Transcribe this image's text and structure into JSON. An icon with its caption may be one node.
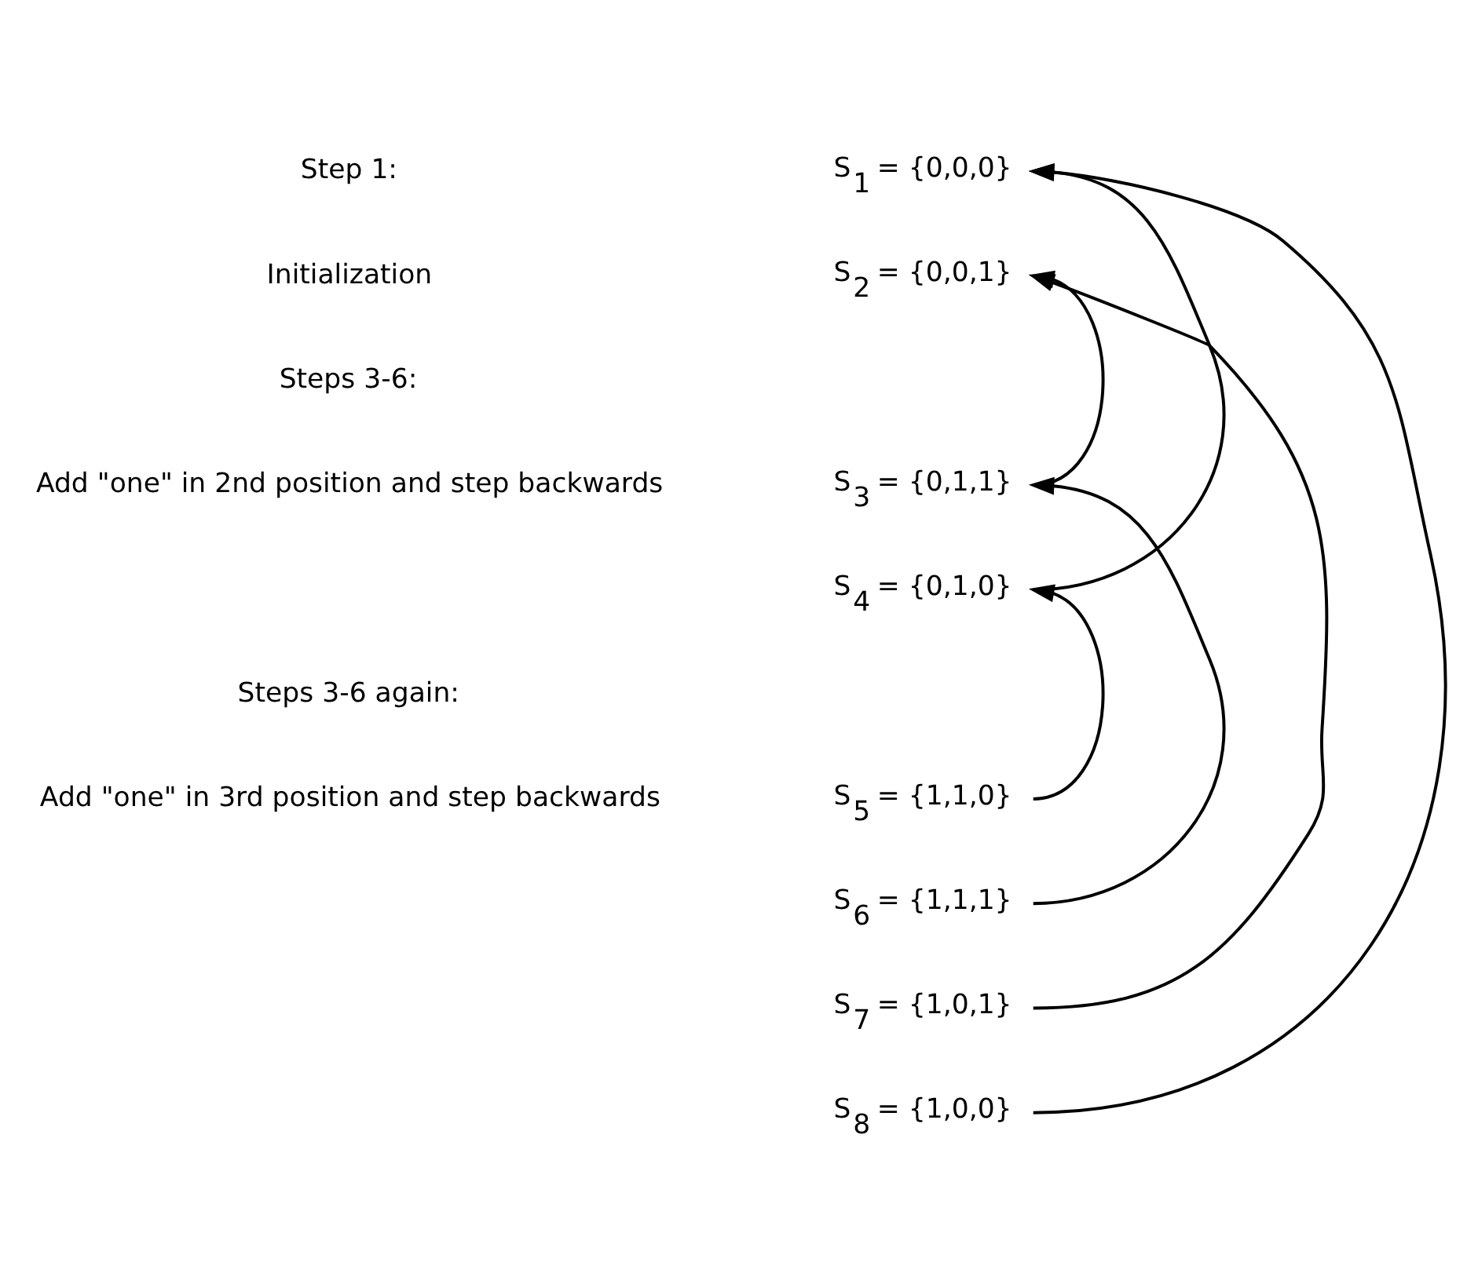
{
  "diagram": {
    "nodes": [
      {
        "text": [
          "S$_{1}$ = {0,0,0}"
        ]
      },
      {
        "text": [
          "S$_{2}$ = {0,0,1}"
        ]
      },
      {
        "text": [
          "S$_{3}$ = {0,1,1}"
        ]
      },
      {
        "text": [
          "S$_{4}$ = {0,1,0}"
        ]
      },
      {
        "text": [
          "S$_{5}$ = {1,1,0}"
        ]
      },
      {
        "text": [
          "S$_{6}$ = {1,1,1}"
        ]
      },
      {
        "text": [
          "S$_{7}$ = {1,0,1}"
        ]
      },
      {
        "text": [
          "S$_{8}$ = {1,0,0}"
        ]
      }
    ],
    "edges": [
      {
        "from": 2,
        "to": 1,
        "arrow": "to"
      },
      {
        "from": 3,
        "to": 0,
        "arrow": "to"
      },
      {
        "from": 4,
        "to": 3,
        "arrow": "to"
      },
      {
        "from": 5,
        "to": 2,
        "arrow": "to"
      },
      {
        "from": 6,
        "to": 1,
        "arrow": "to"
      },
      {
        "from": 7,
        "to": 0,
        "arrow": "to"
      }
    ],
    "labels": [
      "Step 1:",
      "Initialization",
      "Steps 3-6:",
      "Add \"one\" in 2nd position and step backwards",
      "Steps 3-6 again:",
      "Add \"one\" in 3rd position and step backwards"
    ]
  }
}
